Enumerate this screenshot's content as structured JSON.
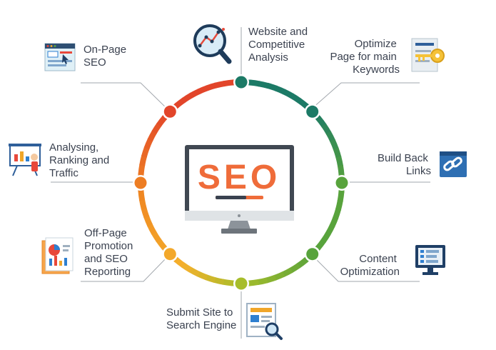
{
  "center": {
    "logo_text": "SEO"
  },
  "steps": [
    {
      "id": "website-analysis",
      "lines": [
        "Website and",
        "Competitive",
        "Analysis"
      ],
      "icon": "magnifier-chart-icon"
    },
    {
      "id": "optimize-keywords",
      "lines": [
        "Optimize",
        "Page for main",
        "Keywords"
      ],
      "icon": "key-document-icon"
    },
    {
      "id": "back-links",
      "lines": [
        "Build Back",
        "Links"
      ],
      "icon": "chain-link-icon"
    },
    {
      "id": "content-optimization",
      "lines": [
        "Content",
        "Optimization"
      ],
      "icon": "monitor-checklist-icon"
    },
    {
      "id": "submit-site",
      "lines": [
        "Submit Site to",
        "Search Engine"
      ],
      "icon": "search-document-icon"
    },
    {
      "id": "off-page",
      "lines": [
        "Off-Page",
        "Promotion",
        "and SEO",
        "Reporting"
      ],
      "icon": "report-document-icon"
    },
    {
      "id": "analysing",
      "lines": [
        "Analysing,",
        "Ranking and",
        "Traffic"
      ],
      "icon": "presentation-board-icon"
    },
    {
      "id": "on-page",
      "lines": [
        "On-Page",
        "SEO"
      ],
      "icon": "browser-window-icon"
    }
  ],
  "colors": {
    "seo_orange": "#ef6c3a",
    "ring_top": "#1c7a66",
    "ring_green": "#58a33c",
    "ring_olive": "#a7bd2a",
    "ring_yellow": "#f4b02c",
    "ring_orange": "#f08a22",
    "ring_red": "#e2452a",
    "connector": "#9aa0a6"
  }
}
